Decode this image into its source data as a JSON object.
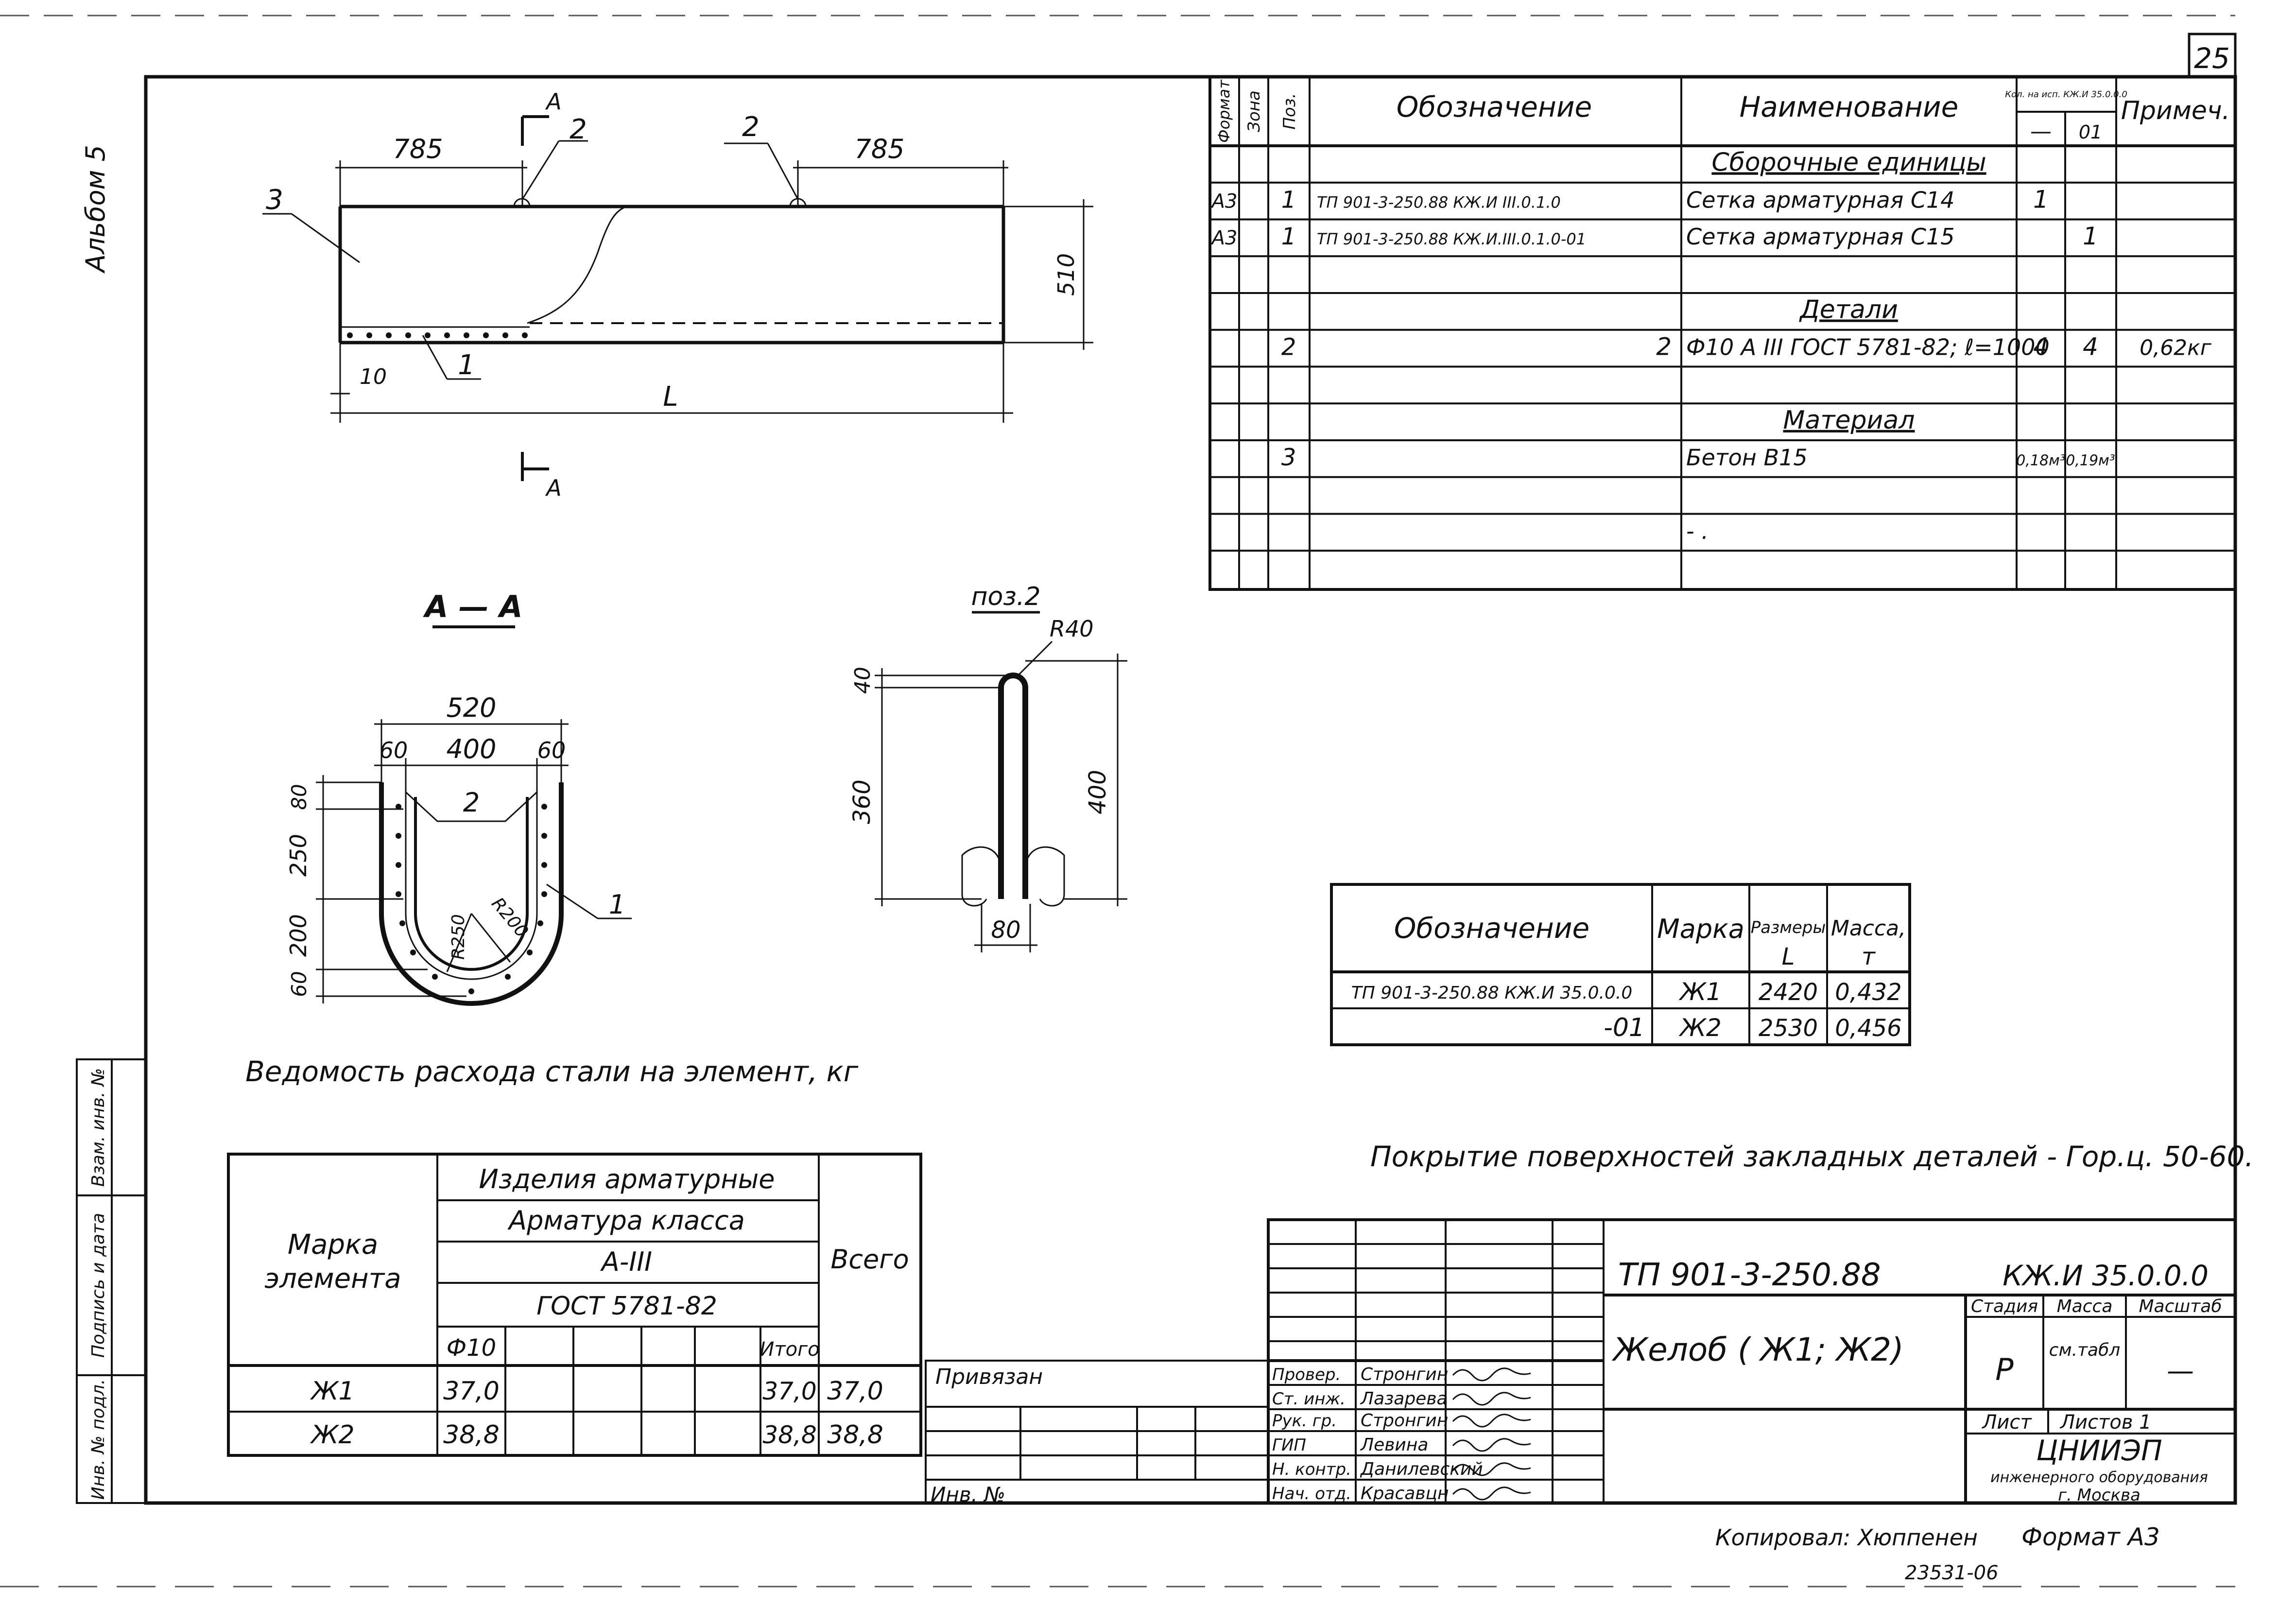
{
  "page_number": "25",
  "album": "Альбом 5",
  "side_stamp": {
    "inv_podl": "Инв. № подл.",
    "podpis_data": "Подпись и дата",
    "vzam_inv": "Взам. инв. №"
  },
  "drawing_main": {
    "dim_left": "785",
    "dim_right": "785",
    "dim_height": "510",
    "dim_offset": "10",
    "dim_length": "L",
    "section_mark": "A",
    "pos_1": "1",
    "pos_2": "2",
    "pos_3": "3"
  },
  "section_aa": {
    "title": "А — А",
    "w_total": "520",
    "w_left": "60",
    "w_mid": "400",
    "w_right": "60",
    "h_80": "80",
    "h_250": "250",
    "h_200": "200",
    "h_60": "60",
    "r_250": "R250",
    "r_200": "R200",
    "pos_1": "1",
    "pos_2": "2"
  },
  "pos2_detail": {
    "title": "поз.2",
    "radius": "R40",
    "h_40": "40",
    "h_360": "360",
    "h_400": "400",
    "w_80": "80"
  },
  "spec_table": {
    "headers": {
      "format": "Формат",
      "zone": "Зона",
      "pos": "Поз.",
      "designation": "Обозначение",
      "name": "Наименование",
      "qty": "Кол. на исп. КЖ.И 35.0.0.0",
      "qty_a": "—",
      "qty_b": "01",
      "note": "Примеч."
    },
    "rows": [
      {
        "format": "",
        "pos": "",
        "designation": "",
        "name": "Сборочные единицы",
        "q1": "",
        "q2": "",
        "note": "",
        "section": true
      },
      {
        "format": "А3",
        "pos": "1",
        "designation": "ТП 901-3-250.88  КЖ.И III.0.1.0",
        "name": "Сетка арматурная С14",
        "q1": "1",
        "q2": "",
        "note": ""
      },
      {
        "format": "А3",
        "pos": "1",
        "designation": "ТП 901-3-250.88  КЖ.И.III.0.1.0-01",
        "name": "Сетка арматурная С15",
        "q1": "",
        "q2": "1",
        "note": ""
      },
      {
        "format": "",
        "pos": "",
        "designation": "",
        "name": "",
        "q1": "",
        "q2": "",
        "note": ""
      },
      {
        "format": "",
        "pos": "",
        "designation": "",
        "name": "Детали",
        "q1": "",
        "q2": "",
        "note": "",
        "section": true
      },
      {
        "format": "",
        "pos": "2",
        "designation": "2",
        "name": "Ф10 А III ГОСТ 5781-82; ℓ=1000",
        "q1": "4",
        "q2": "4",
        "note": "0,62кг"
      },
      {
        "format": "",
        "pos": "",
        "designation": "",
        "name": "",
        "q1": "",
        "q2": "",
        "note": ""
      },
      {
        "format": "",
        "pos": "",
        "designation": "",
        "name": "Материал",
        "q1": "",
        "q2": "",
        "note": "",
        "section": true
      },
      {
        "format": "",
        "pos": "3",
        "designation": "",
        "name": "Бетон В15",
        "q1": "0,18м³",
        "q2": "0,19м³",
        "note": ""
      },
      {
        "format": "",
        "pos": "",
        "designation": "",
        "name": "",
        "q1": "",
        "q2": "",
        "note": ""
      },
      {
        "format": "",
        "pos": "",
        "designation": "",
        "name": "- .",
        "q1": "",
        "q2": "",
        "note": ""
      },
      {
        "format": "",
        "pos": "",
        "designation": "",
        "name": "",
        "q1": "",
        "q2": "",
        "note": ""
      }
    ]
  },
  "mark_table": {
    "headers": {
      "designation": "Обозначение",
      "mark": "Марка",
      "size": "Размеры",
      "size_sub": "L",
      "mass": "Масса,",
      "mass_sub": "т"
    },
    "rows": [
      {
        "designation": "ТП 901-3-250.88  КЖ.И 35.0.0.0",
        "mark": "Ж1",
        "size": "2420",
        "mass": "0,432"
      },
      {
        "designation": "-01",
        "mark": "Ж2",
        "size": "2530",
        "mass": "0,456"
      }
    ]
  },
  "steel_title": "Ведомость расхода стали на элемент, кг",
  "steel_table": {
    "h_mark": "Марка элемента",
    "h_izd": "Изделия арматурные",
    "h_class": "Арматура класса",
    "h_a3": "А-III",
    "h_gost": "ГОСТ 5781-82",
    "h_phi": "Ф10",
    "h_itogo": "Итого",
    "h_total": "Всего",
    "rows": [
      {
        "mark": "Ж1",
        "phi": "37,0",
        "itogo": "37,0",
        "total": "37,0"
      },
      {
        "mark": "Ж2",
        "phi": "38,8",
        "itogo": "38,8",
        "total": "38,8"
      }
    ]
  },
  "coating_note": "Покрытие поверхностей закладных деталей - Гор.ц. 50-60.",
  "title_block": {
    "code": "ТП 901-3-250.88",
    "doc": "КЖ.И 35.0.0.0",
    "name": "Желоб ( Ж1; Ж2)",
    "stage_h": "Стадия",
    "mass_h": "Масса",
    "scale_h": "Масштаб",
    "stage": "Р",
    "mass": "см.табл",
    "scale": "—",
    "sheet": "Лист",
    "sheets": "Листов 1",
    "org1": "ЦНИИЭП",
    "org2": "инженерного оборудования",
    "org3": "г. Москва",
    "privyazan": "Привязан",
    "inv": "Инв. №",
    "roles": [
      {
        "role": "Провер.",
        "name": "Стронгин"
      },
      {
        "role": "Ст. инж.",
        "name": "Лазарева"
      },
      {
        "role": "Рук. гр.",
        "name": "Стронгин"
      },
      {
        "role": "ГИП",
        "name": "Левина"
      },
      {
        "role": "Н. контр.",
        "name": "Данилевский"
      },
      {
        "role": "Нач. отд.",
        "name": "Красавцн"
      }
    ]
  },
  "copied": "Копировал: Хюппенен",
  "format": "Формат А3",
  "archive_no": "23531-06"
}
